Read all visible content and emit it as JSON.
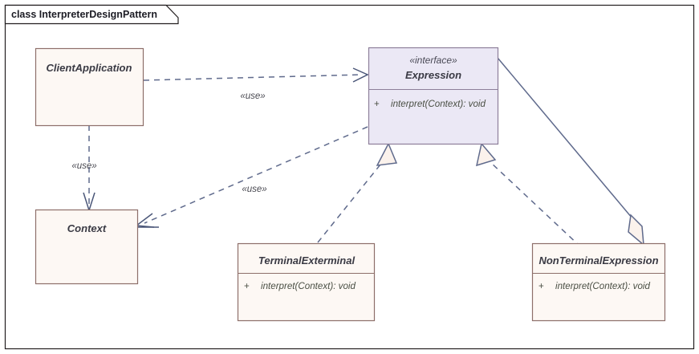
{
  "frame": {
    "title": "class InterpreterDesignPattern",
    "border_color": "#231f20",
    "background": "#ffffff"
  },
  "palette": {
    "class_fill": "#fdf8f4",
    "class_stroke": "#8d6f6a",
    "interface_fill": "#ebe8f5",
    "interface_stroke": "#8d7f9a",
    "connector": "#5f6a8c",
    "text": "#3a3a44"
  },
  "classes": [
    {
      "id": "client-application",
      "name": "ClientApplication",
      "stereotype": "",
      "kind": "class",
      "members": []
    },
    {
      "id": "expression",
      "name": "Expression",
      "stereotype": "«interface»",
      "kind": "interface",
      "members": [
        {
          "visibility": "+",
          "signature": "interpret(Context): void"
        }
      ]
    },
    {
      "id": "context",
      "name": "Context",
      "stereotype": "",
      "kind": "class",
      "members": []
    },
    {
      "id": "terminal-exterminal",
      "name": "TerminalExterminal",
      "stereotype": "",
      "kind": "class",
      "members": [
        {
          "visibility": "+",
          "signature": "interpret(Context): void"
        }
      ]
    },
    {
      "id": "non-terminal-expression",
      "name": "NonTerminalExpression",
      "stereotype": "",
      "kind": "class",
      "members": [
        {
          "visibility": "+",
          "signature": "interpret(Context): void"
        }
      ]
    }
  ],
  "relationships": [
    {
      "id": "client-uses-expression",
      "type": "dependency",
      "from": "ClientApplication",
      "to": "Expression",
      "label": "«use»"
    },
    {
      "id": "client-uses-context",
      "type": "dependency",
      "from": "ClientApplication",
      "to": "Context",
      "label": "«use»"
    },
    {
      "id": "expression-uses-context",
      "type": "dependency",
      "from": "Expression",
      "to": "Context",
      "label": "«use»"
    },
    {
      "id": "terminal-realizes-expression",
      "type": "realization",
      "from": "TerminalExterminal",
      "to": "Expression",
      "label": ""
    },
    {
      "id": "nonterminal-realizes-expression",
      "type": "realization",
      "from": "NonTerminalExpression",
      "to": "Expression",
      "label": ""
    },
    {
      "id": "expression-aggregates-nonterminal",
      "type": "aggregation",
      "from": "Expression",
      "to": "NonTerminalExpression",
      "label": ""
    }
  ]
}
